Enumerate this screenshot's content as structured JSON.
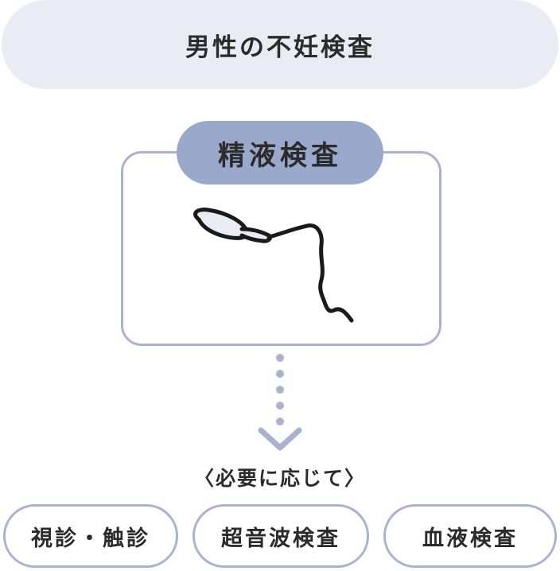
{
  "header": {
    "title": "男性の不妊検査"
  },
  "main_test": {
    "label": "精液検査",
    "illustration_icon": "sperm-icon"
  },
  "connector": {
    "icon": "dotted-down-arrow-icon",
    "note": "〈必要に応じて〉"
  },
  "options": [
    {
      "label": "視診・触診"
    },
    {
      "label": "超音波検査"
    },
    {
      "label": "血液検査"
    }
  ],
  "colors": {
    "header_bg": "#e9ecf4",
    "accent": "#9aa8cc",
    "border": "#a9b3cf",
    "text": "#2b2b2b"
  }
}
